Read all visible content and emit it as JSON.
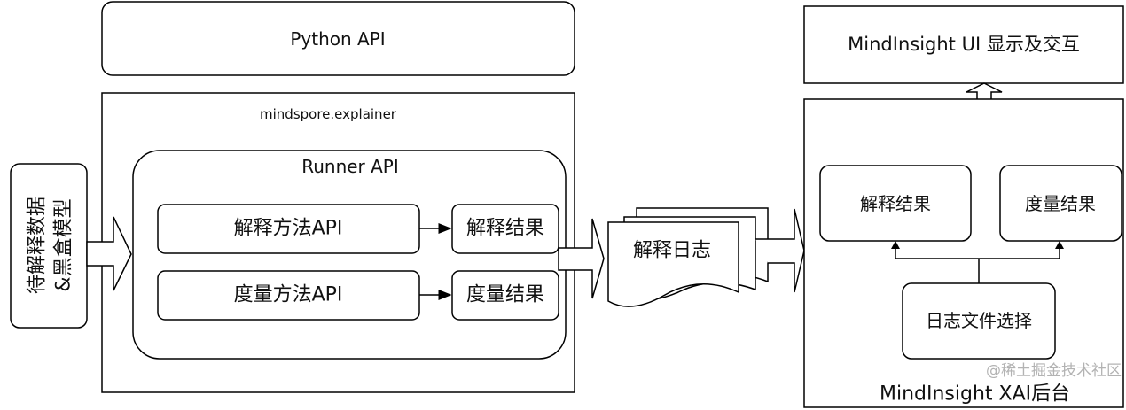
{
  "python_api": {
    "label": "Python API"
  },
  "explainer": {
    "label": "mindspore.explainer"
  },
  "runner": {
    "label": "Runner API",
    "explain_method": "解释方法API",
    "explain_result": "解释结果",
    "metric_method": "度量方法API",
    "metric_result": "度量结果"
  },
  "input": {
    "line1": "待解释数据",
    "line2": "&黑盒模型"
  },
  "log": {
    "label": "解释日志"
  },
  "mindinsight_ui": {
    "label": "MindInsight UI 显示及交互"
  },
  "backend": {
    "label": "MindInsight XAI后台",
    "explain_result": "解释结果",
    "metric_result": "度量结果",
    "log_select": "日志文件选择"
  },
  "watermark": "@稀土掘金技术社区"
}
